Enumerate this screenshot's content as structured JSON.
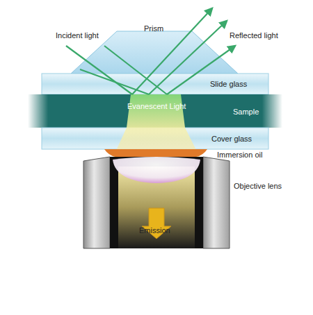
{
  "diagram": {
    "nodes": [
      {
        "text": [
          "Slide glass"
        ]
      },
      {
        "text": [
          "Evanescent Light",
          "Sample"
        ]
      },
      {
        "text": [
          "Cover glass"
        ]
      }
    ],
    "labels": [
      "Prism",
      "Incident light",
      "Reflected light",
      "Immersion oil",
      "Objective lens",
      "Emission"
    ]
  }
}
